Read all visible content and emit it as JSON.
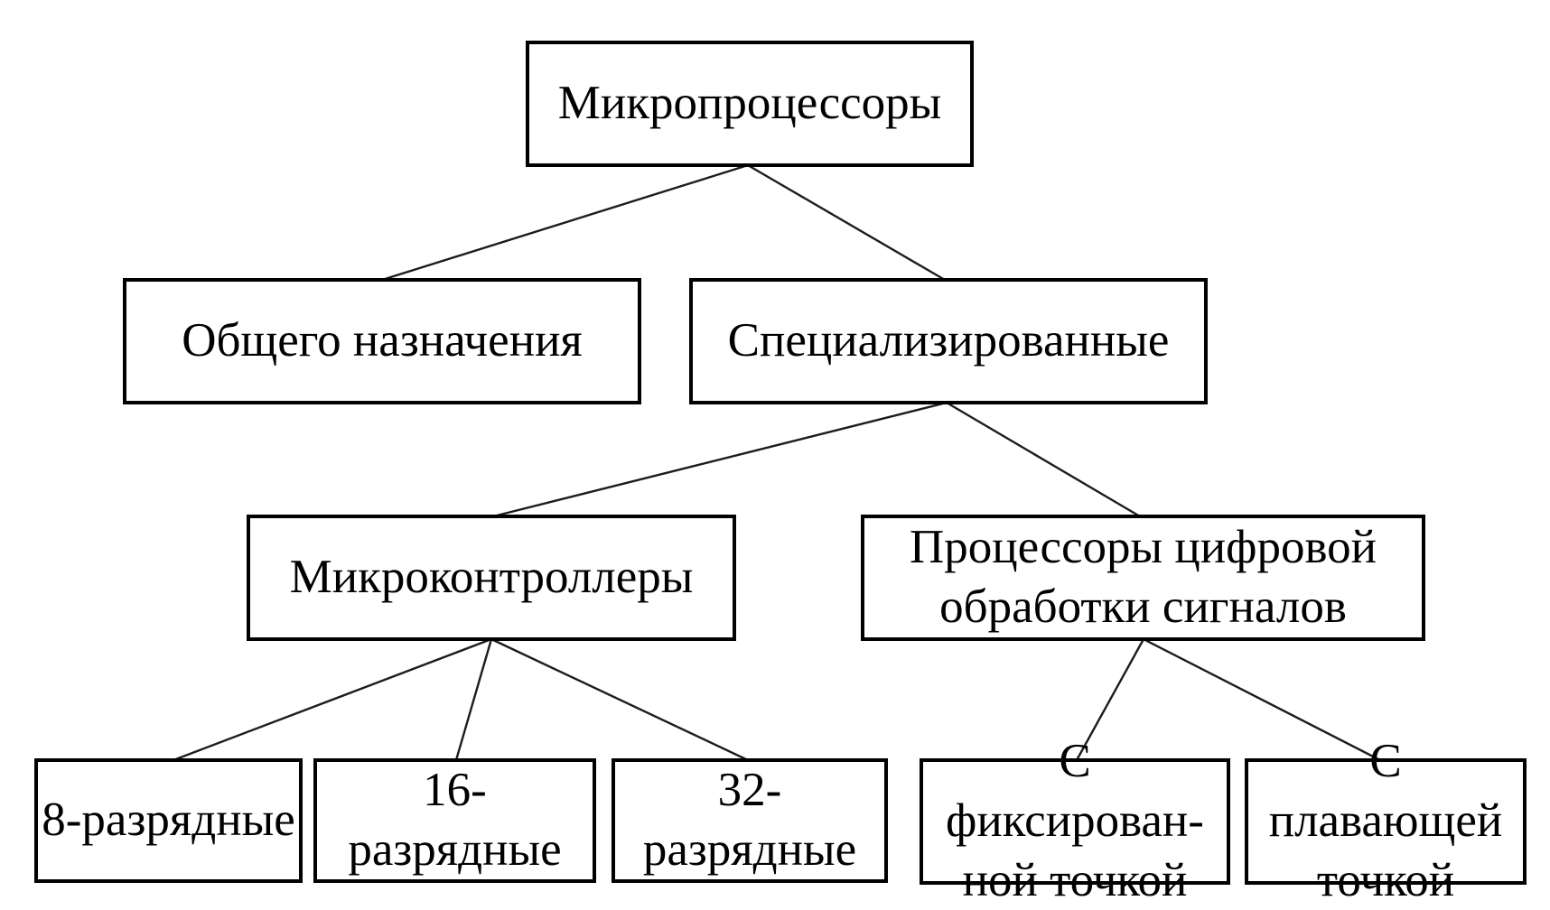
{
  "diagram": {
    "background_color": "#ffffff",
    "box_border_color": "#000000",
    "connector_color": "#1c1c1c",
    "text_color": "#000000",
    "nodes": {
      "root": {
        "label": "Микропроцессоры"
      },
      "general": {
        "label": "Общего назначения"
      },
      "specialized": {
        "label": "Специализированные"
      },
      "microcontrollers": {
        "label": "Микроконтроллеры"
      },
      "dsp": {
        "label": "Процессоры цифровой\nобработки сигналов"
      },
      "bit8": {
        "label": "8-разрядные"
      },
      "bit16": {
        "label": "16-разрядные"
      },
      "bit32": {
        "label": "32-разрядные"
      },
      "fixed_point": {
        "label": "С фиксирован-\nной точкой"
      },
      "floating_point": {
        "label": "С плавающей\nточкой"
      }
    },
    "edges": [
      {
        "from": "root",
        "to": "general"
      },
      {
        "from": "root",
        "to": "specialized"
      },
      {
        "from": "specialized",
        "to": "microcontrollers"
      },
      {
        "from": "specialized",
        "to": "dsp"
      },
      {
        "from": "microcontrollers",
        "to": "bit8"
      },
      {
        "from": "microcontrollers",
        "to": "bit16"
      },
      {
        "from": "microcontrollers",
        "to": "bit32"
      },
      {
        "from": "dsp",
        "to": "fixed_point"
      },
      {
        "from": "dsp",
        "to": "floating_point"
      }
    ]
  }
}
